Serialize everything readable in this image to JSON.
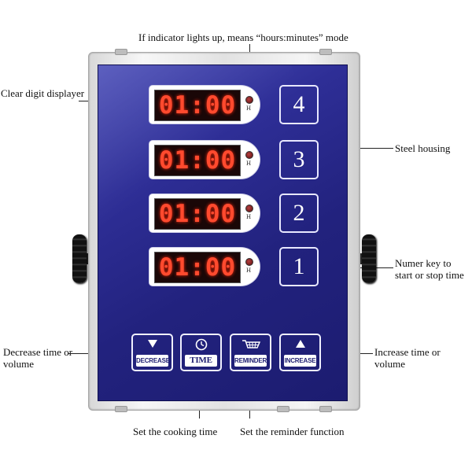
{
  "callouts": {
    "indicator": "If indicator lights up, means  “hours:minutes” mode",
    "display": "Clear digit displayer",
    "housing": "Steel housing",
    "numkey": [
      "Numer key to",
      "start or stop time"
    ],
    "decrease": [
      "Decrease time or",
      "volume"
    ],
    "increase": [
      "Increase time or",
      "volume"
    ],
    "time": "Set the cooking time",
    "reminder": "Set the reminder function"
  },
  "displays": [
    {
      "digits": "01:00",
      "mode": "H",
      "key": "4"
    },
    {
      "digits": "01:00",
      "mode": "H",
      "key": "3"
    },
    {
      "digits": "01:00",
      "mode": "H",
      "key": "2"
    },
    {
      "digits": "01:00",
      "mode": "H",
      "key": "1"
    }
  ],
  "function_keys": {
    "decrease": {
      "label": "DECREASE",
      "icon": "triangle-down-icon"
    },
    "time": {
      "label": "TIME",
      "icon": "clock-icon"
    },
    "reminder": {
      "label": "REMINDER",
      "icon": "basket-icon"
    },
    "increase": {
      "label": "INCREASE",
      "icon": "triangle-up-icon"
    }
  },
  "colors": {
    "panel": "#22227e",
    "led_digits": "#ff4a2e",
    "housing": "#e2e2e2"
  }
}
